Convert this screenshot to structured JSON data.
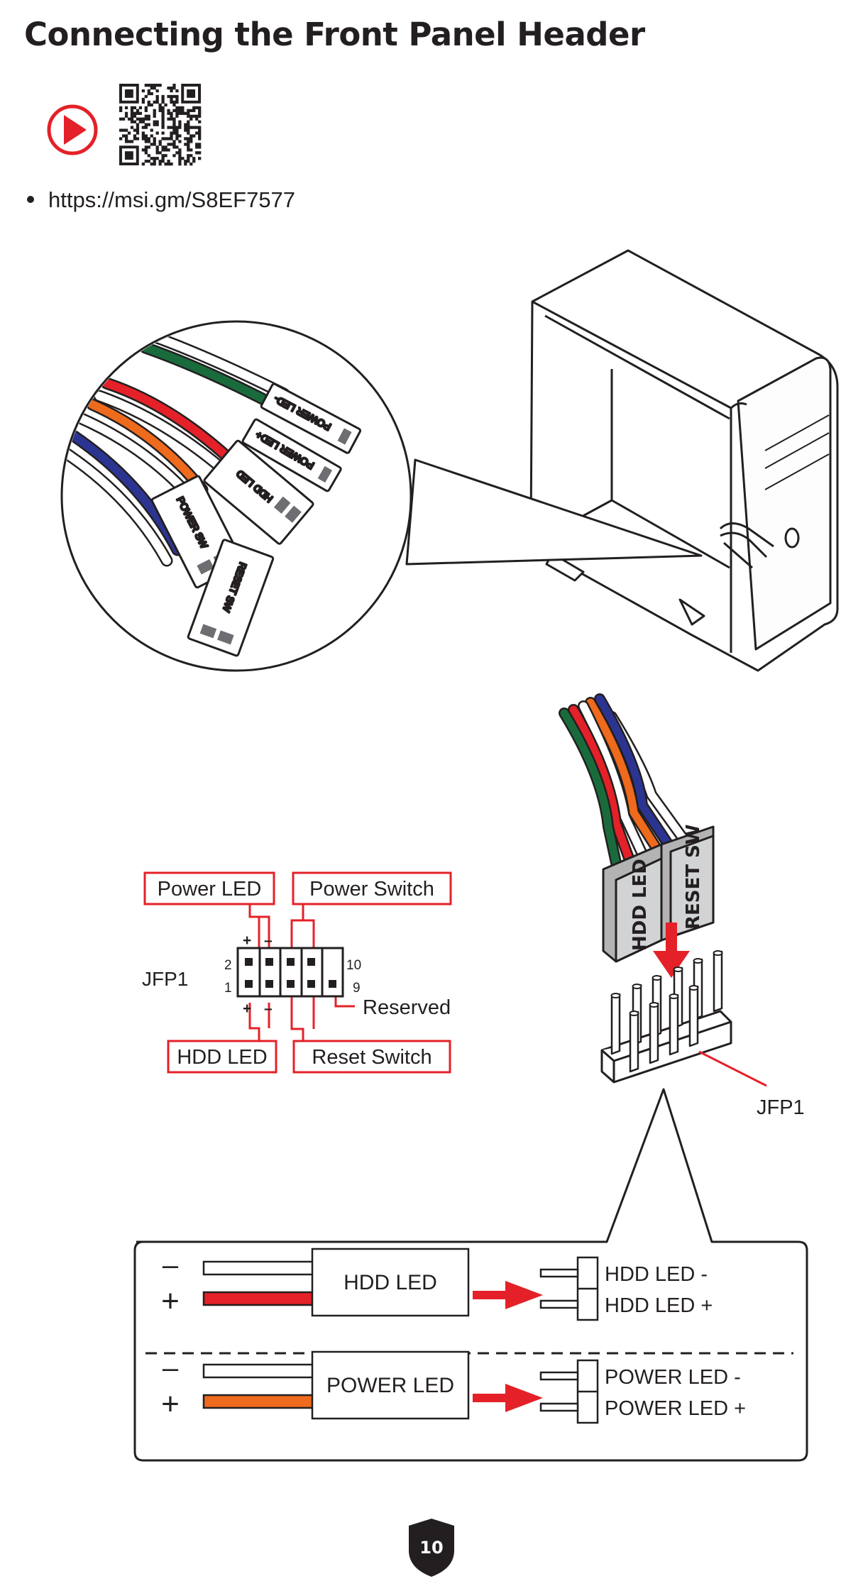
{
  "title": "Connecting the Front Panel Header",
  "video": {
    "url": "https://msi.gm/S8EF7577",
    "icon": "play-video-icon",
    "qr": "qr-code"
  },
  "colors": {
    "accent": "#e42128",
    "text": "#231f20",
    "green": "#1a6b3c",
    "red": "#e42128",
    "orange": "#ee6a1d",
    "blue": "#2b3591",
    "gray": "#b3b3b3"
  },
  "callout_connectors": [
    "POWER LED-",
    "POWER LED+",
    "HDD LED",
    "POWER SW",
    "RESET SW"
  ],
  "pin_diagram": {
    "header_name": "JFP1",
    "power_led": "Power LED",
    "power_switch": "Power Switch",
    "hdd_led": "HDD LED",
    "reset_switch": "Reset Switch",
    "reserved": "Reserved",
    "pin_2": "2",
    "pin_1": "1",
    "pin_10": "10",
    "pin_9": "9",
    "plus": "+",
    "minus": "–"
  },
  "plug": {
    "hdd_led": "HDD LED",
    "reset_sw": "RESET SW",
    "header_label": "JFP1"
  },
  "polarity": {
    "minus": "–",
    "plus": "+",
    "rows": [
      {
        "connector": "HDD LED",
        "neg_pin": "HDD LED -",
        "pos_pin": "HDD LED +"
      },
      {
        "connector": "POWER LED",
        "neg_pin": "POWER LED -",
        "pos_pin": "POWER LED +"
      }
    ]
  },
  "page_number": "10"
}
